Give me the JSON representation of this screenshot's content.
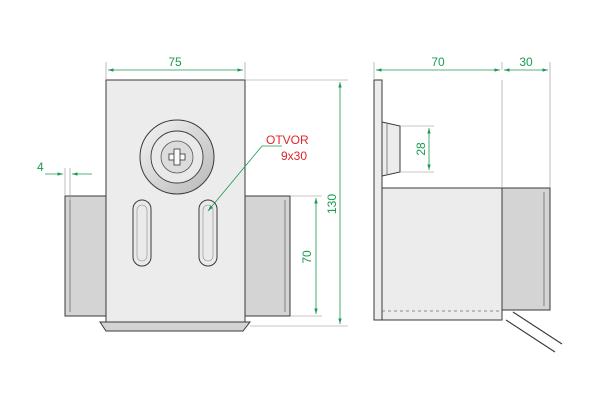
{
  "colors": {
    "dimension": "#1a9a50",
    "annotation": "#e0242a",
    "outline": "#3a3a3a"
  },
  "front_view": {
    "width_label": "75",
    "height_label": "130",
    "lower_height_label": "70",
    "thickness_label": "4",
    "hole_callout_line1": "OTVOR",
    "hole_callout_line2": "9x30",
    "screw_icon": "phillips-screw-icon"
  },
  "side_view": {
    "width_label": "70",
    "depth_label": "30",
    "tab_height_label": "28"
  }
}
